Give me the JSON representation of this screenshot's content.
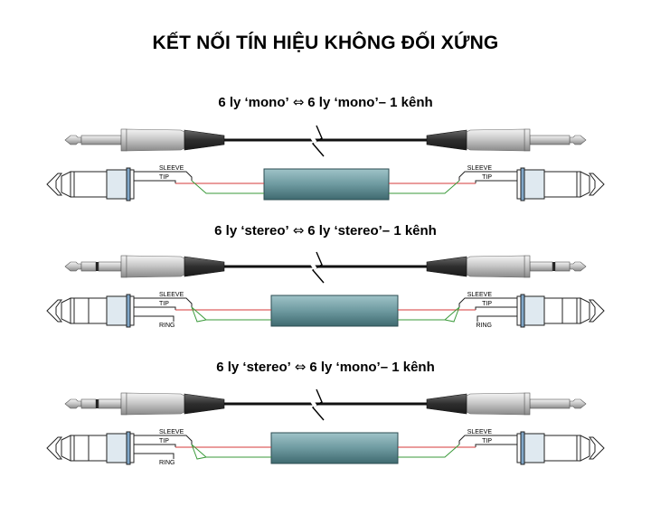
{
  "title": "KẾT NỐI TÍN HIỆU KHÔNG ĐỐI XỨNG",
  "arrow_symbol": "⇔",
  "sections": [
    {
      "left_text": "6 ly ‘mono’",
      "right_text": "6 ly ‘mono’– 1 kênh",
      "left_plug": "mono",
      "right_plug": "mono",
      "left_labels": [
        "SLEEVE",
        "TIP"
      ],
      "right_labels": [
        "SLEEVE",
        "TIP"
      ]
    },
    {
      "left_text": "6 ly ‘stereo’",
      "right_text": "6 ly ‘stereo’– 1 kênh",
      "left_plug": "stereo",
      "right_plug": "stereo",
      "left_labels": [
        "SLEEVE",
        "TIP",
        "RING"
      ],
      "right_labels": [
        "SLEEVE",
        "TIP",
        "RING"
      ]
    },
    {
      "left_text": "6 ly ‘stereo’",
      "right_text": "6 ly ‘mono’– 1 kênh",
      "left_plug": "stereo",
      "right_plug": "mono",
      "left_labels": [
        "SLEEVE",
        "TIP",
        "RING"
      ],
      "right_labels": [
        "SLEEVE",
        "TIP"
      ]
    }
  ],
  "colors": {
    "cable": "#111111",
    "wire_tip": "#d63a3a",
    "wire_sleeve": "#3a9a3a",
    "tube": "#6e9aa0",
    "plug_body": "#3a3a3a",
    "metal": "#c8c8c8"
  }
}
